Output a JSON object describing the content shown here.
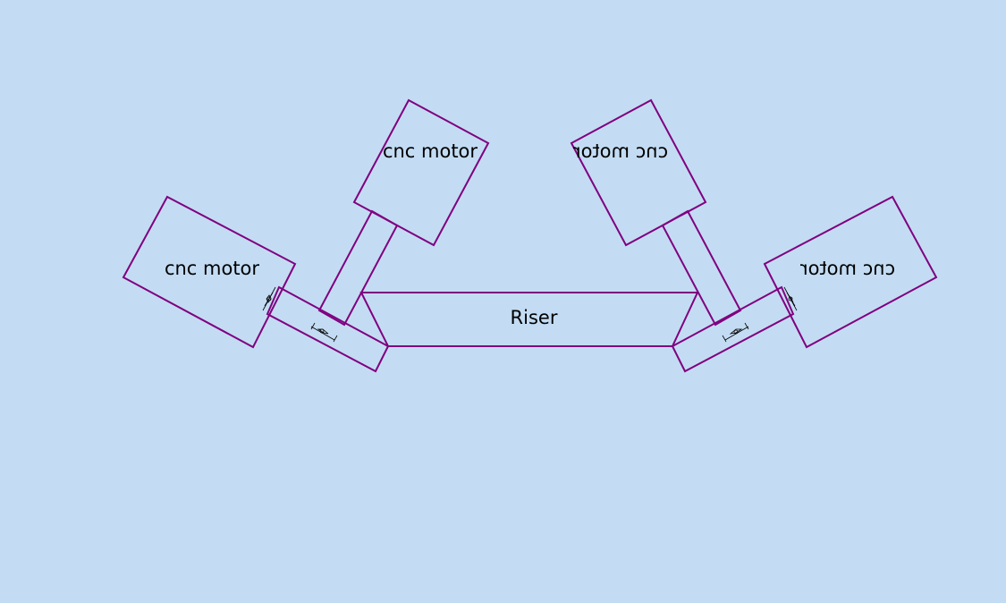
{
  "diagram": {
    "riser_label": "Riser",
    "motors": [
      {
        "label": "cnc motor",
        "mirrored": false
      },
      {
        "label": "cnc motor",
        "mirrored": false
      },
      {
        "label": "cnc motor",
        "mirrored": true
      },
      {
        "label": "cnc motor",
        "mirrored": true
      }
    ]
  },
  "colors": {
    "background": "#c3dcf3",
    "outline": "#800080",
    "text": "#000000"
  }
}
